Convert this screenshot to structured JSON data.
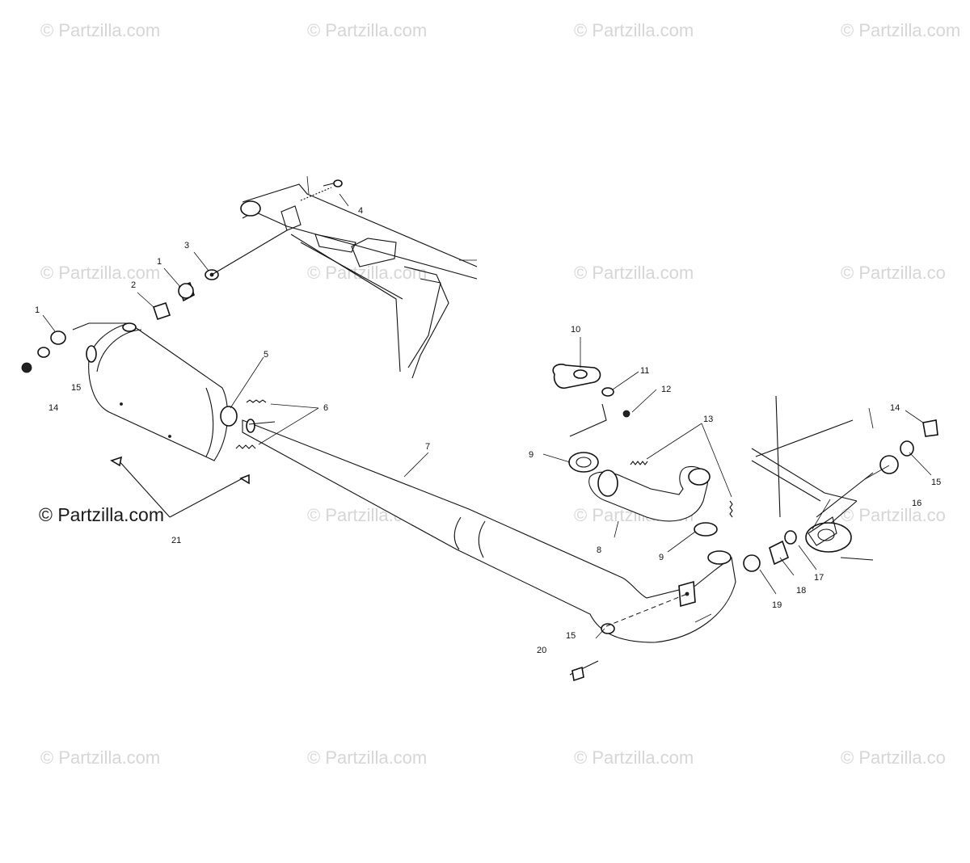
{
  "watermarks": {
    "light": "© Partzilla.com",
    "light_cut": "© Partzilla.co",
    "main": "© Partzilla.com"
  },
  "callouts": {
    "c1a": "1",
    "c1b": "1",
    "c2": "2",
    "c3": "3",
    "c4": "4",
    "c5": "5",
    "c6": "6",
    "c7": "7",
    "c8": "8",
    "c9a": "9",
    "c9b": "9",
    "c10": "10",
    "c11": "11",
    "c12": "12",
    "c13": "13",
    "c14a": "14",
    "c14b": "14",
    "c15a": "15",
    "c15b": "15",
    "c15c": "15",
    "c16": "16",
    "c17": "17",
    "c18": "18",
    "c19": "19",
    "c20": "20",
    "c21": "21"
  }
}
